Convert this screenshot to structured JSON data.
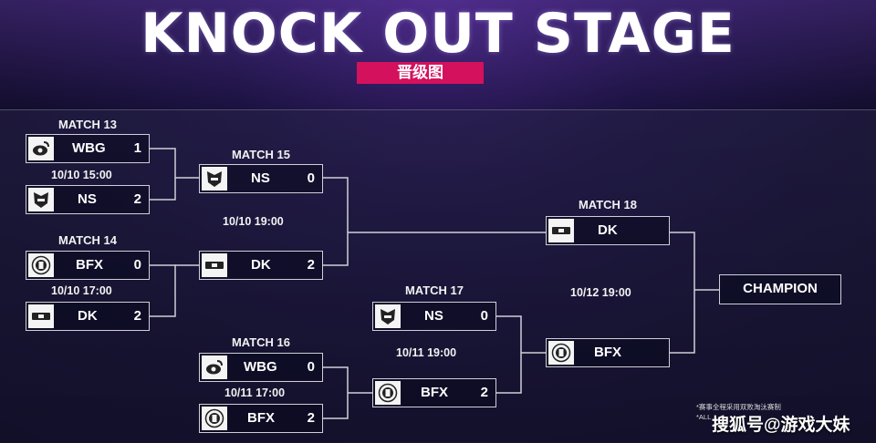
{
  "header": {
    "title": "KNOCK OUT STAGE",
    "subtitle": "晋级图"
  },
  "matches": {
    "m13": {
      "label": "MATCH 13",
      "time": "10/10   15:00",
      "top": {
        "name": "WBG",
        "score": "1",
        "logo": "weibo-eye-icon"
      },
      "bottom": {
        "name": "NS",
        "score": "2",
        "logo": "ns-shield-icon"
      }
    },
    "m14": {
      "label": "MATCH 14",
      "time": "10/10   17:00",
      "top": {
        "name": "BFX",
        "score": "0",
        "logo": "bfx-crest-icon"
      },
      "bottom": {
        "name": "DK",
        "score": "2",
        "logo": "dk-bar-icon"
      }
    },
    "m15": {
      "label": "MATCH 15",
      "time": "10/10   19:00",
      "top": {
        "name": "NS",
        "score": "0",
        "logo": "ns-shield-icon"
      },
      "bottom": {
        "name": "DK",
        "score": "2",
        "logo": "dk-bar-icon"
      }
    },
    "m16": {
      "label": "MATCH 16",
      "time": "10/11   17:00",
      "top": {
        "name": "WBG",
        "score": "0",
        "logo": "weibo-eye-icon"
      },
      "bottom": {
        "name": "BFX",
        "score": "2",
        "logo": "bfx-crest-icon"
      }
    },
    "m17": {
      "label": "MATCH 17",
      "time": "10/11   19:00",
      "top": {
        "name": "NS",
        "score": "0",
        "logo": "ns-shield-icon"
      },
      "bottom": {
        "name": "BFX",
        "score": "2",
        "logo": "bfx-crest-icon"
      }
    },
    "m18": {
      "label": "MATCH 18",
      "time": "10/12   19:00",
      "top": {
        "name": "DK",
        "logo": "dk-bar-icon"
      },
      "bottom": {
        "name": "BFX",
        "logo": "bfx-crest-icon"
      }
    }
  },
  "champion_label": "CHAMPION",
  "footnote": {
    "line1": "*赛事全程采用双败淘汰赛制",
    "line2": "*ALL"
  },
  "watermark": "搜狐号@游戏大妹",
  "colors": {
    "accent": "#d4115d",
    "line": "#cfcfd8",
    "background": "#100c28"
  }
}
